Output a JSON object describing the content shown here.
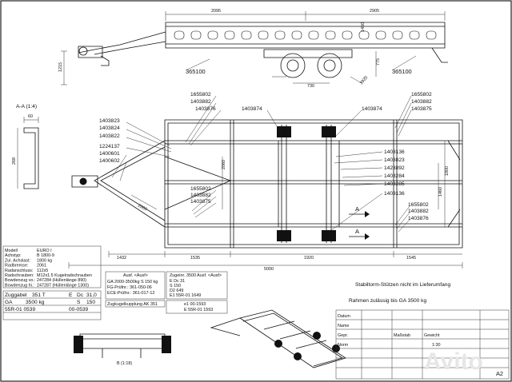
{
  "top_view": {
    "dims": [
      "2095",
      "2905",
      "365100",
      "365100",
      "730",
      "3920",
      "1450",
      "775",
      "1215"
    ]
  },
  "section": {
    "title": "A-A (1:4)",
    "dims": [
      "60",
      "268"
    ]
  },
  "callouts_left": [
    "1655802",
    "1403882",
    "1403876",
    "1403823",
    "1403824",
    "1403822",
    "1224137",
    "1400601",
    "1400602",
    "1655802",
    "1403882",
    "1403875"
  ],
  "callouts_top": [
    "1403874",
    "1403874"
  ],
  "callouts_right": [
    "1655802",
    "1403882",
    "1403875",
    "1403136",
    "1403823",
    "1423892",
    "1403284",
    "1403285",
    "1403136",
    "1655802",
    "1403882",
    "1403876"
  ],
  "plan_dims": {
    "bottom": [
      "1432",
      "1535",
      "1920",
      "1545",
      "5000"
    ],
    "overall_length": "5000",
    "inner": [
      "2300",
      "2060",
      "1800",
      "1460"
    ],
    "section_marker": "A"
  },
  "spec_table": {
    "rows": [
      [
        "Modell",
        "EURO I"
      ],
      [
        "Achstyp:",
        "B 1800-9"
      ],
      [
        "Zul. Achslast:",
        "1800 kg"
      ],
      [
        "Radbremse:",
        "2061"
      ],
      [
        "Radanschluss:",
        "112x5"
      ],
      [
        "Radschrauben:",
        "M12x1.5 Kugelradschrauben"
      ],
      [
        "Bowdenzug vo.:",
        "247284 (Hüllenlänge 890)"
      ],
      [
        "Bowdenzug hi.:",
        "247287 (Hüllenlänge 1300)"
      ]
    ]
  },
  "coupling": {
    "label": "Zuggabel",
    "rows": [
      [
        "351 T",
        "E",
        "Dc",
        "31,0"
      ],
      [
        "GA",
        "3500 kg",
        "S",
        "150"
      ]
    ],
    "e1": "55R-01 0539",
    "d2": "00-0539"
  },
  "ausf": {
    "left": {
      "head": "Ausf. <Ausf>",
      "rows": [
        "GA 2000-3500kg S 150 kg",
        "FG-Prüfnr.: 361-050-06",
        "ECE-Prüfnr.: 361-017-12"
      ]
    },
    "right": {
      "head": "Zugeinr. 3500 Ausf. <Ausf>",
      "rows": [
        "E Dc 31",
        "S 150",
        "D2 649",
        "E1 55R-01 1649"
      ]
    },
    "bar": "Zugkugelkupplung AK 351",
    "bar_right": [
      "e1 00-1593",
      "E 55R-01 1593"
    ]
  },
  "notes": [
    "Stabiltorm-Stützen nicht im Lieferumfang",
    "Rahmen zulässig bis GA 3500 kg"
  ],
  "detail_b": "B (1:18)",
  "title_block": {
    "labels": [
      "Datum",
      "Name",
      "Gepr.",
      "Norm",
      "Maßstab",
      "Gewicht"
    ],
    "sheet": "A2",
    "scale": "1:30"
  },
  "watermark": "Avito"
}
